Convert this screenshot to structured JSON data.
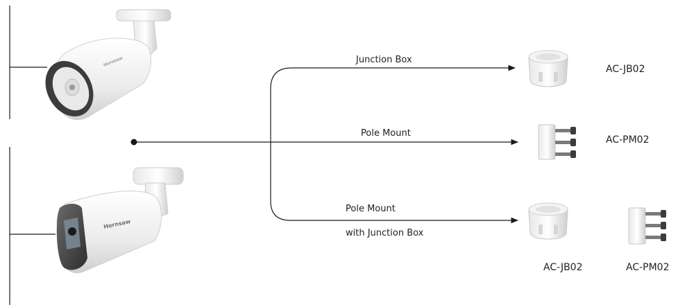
{
  "routes": {
    "junction_box": "Junction Box",
    "pole_mount": "Pole Mount",
    "pole_mount_junction_line1": "Pole Mount",
    "pole_mount_junction_line2": "with Junction Box"
  },
  "accessories": {
    "junction_box_code": "AC-JB02",
    "pole_mount_code": "AC-PM02",
    "combo_junction_code": "AC-JB02",
    "combo_pole_code": "AC-PM02"
  },
  "cameras": {
    "top_brand": "Hornsaw",
    "bottom_brand": "Hornsaw"
  },
  "colors": {
    "line": "#1a1a1a",
    "camera_body": "#f2f2f2",
    "camera_face": "#4a4a4a",
    "mount_gray": "#d9d9d9"
  }
}
